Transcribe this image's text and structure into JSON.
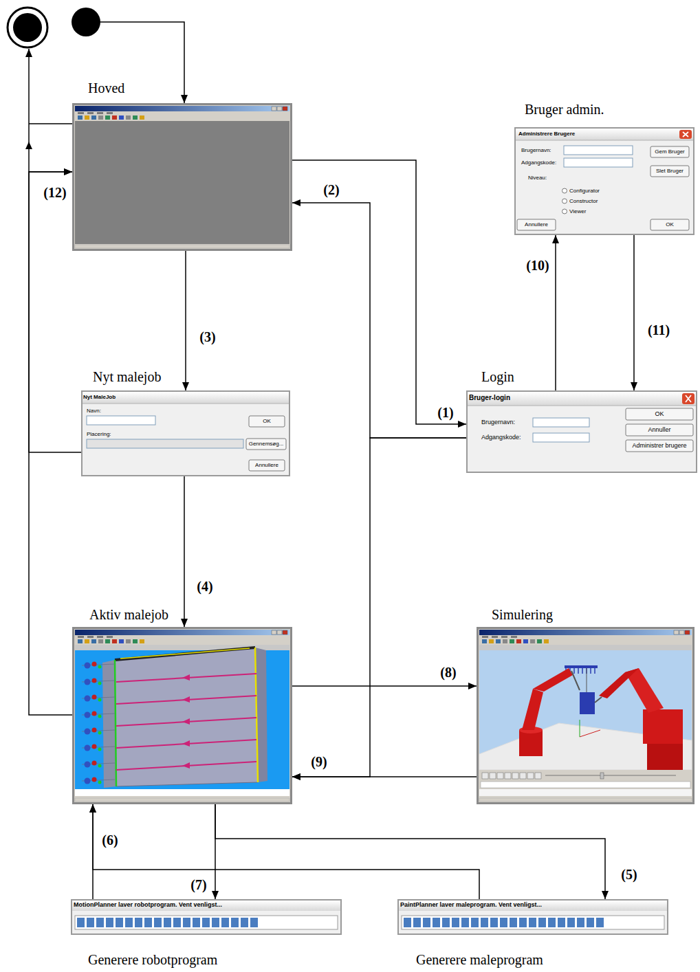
{
  "diagram": {
    "nodes": [
      {
        "text": [
          "Hoved"
        ]
      },
      {
        "text": [
          "Bruger admin.",
          "Administrere Brugere",
          "Brugernavn:",
          "Adgangskode:",
          "Niveau:",
          "Configurator",
          "Constructor",
          "Viewer",
          "Gem Bruger",
          "Slet Bruger",
          "Annullere",
          "OK"
        ]
      },
      {
        "text": [
          "Nyt malejob",
          "Nyt MaleJob",
          "Navn:",
          "OK",
          "Placering:",
          "Gennemsøg...",
          "Annullere"
        ]
      },
      {
        "text": [
          "Login",
          "Bruger-login",
          "Brugernavn:",
          "Adgangskode:",
          "OK",
          "Annuller",
          "Administrer brugere"
        ]
      },
      {
        "text": [
          "Aktiv malejob"
        ]
      },
      {
        "text": [
          "Simulering"
        ]
      },
      {
        "text": [
          "Generere robotprogram",
          "MotionPlanner laver robotprogram. Vent venligst..."
        ]
      },
      {
        "text": [
          "Generere maleprogram",
          "PaintPlanner laver maleprogram. Vent venligst..."
        ]
      }
    ],
    "edges": [
      {
        "from": 0,
        "to": 3,
        "label": "(1)",
        "arrow": "to"
      },
      {
        "from": 3,
        "to": 0,
        "label": "(2)",
        "arrow": "to"
      },
      {
        "from": 0,
        "to": 2,
        "label": "(3)",
        "arrow": "to"
      },
      {
        "from": 2,
        "to": 4,
        "label": "(4)",
        "arrow": "to"
      },
      {
        "from": 4,
        "to": 7,
        "label": "(5)",
        "arrow": "to"
      },
      {
        "from": 7,
        "to": 4,
        "label": "(6)",
        "arrow": "to"
      },
      {
        "from": 4,
        "to": 6,
        "label": "(7)",
        "arrow": "to"
      },
      {
        "from": 6,
        "to": 4,
        "arrow": "to"
      },
      {
        "from": 4,
        "to": 5,
        "label": "(8)",
        "arrow": "to"
      },
      {
        "from": 5,
        "to": 4,
        "label": "(9)",
        "arrow": "to"
      },
      {
        "from": 3,
        "to": 1,
        "label": "(10)",
        "arrow": "to"
      },
      {
        "from": 1,
        "to": 3,
        "label": "(11)",
        "arrow": "to"
      },
      {
        "from": 2,
        "to": 0,
        "label": "(12)",
        "arrow": "to"
      },
      {
        "from": 4,
        "to": 0,
        "arrow": "to"
      },
      {
        "from": 3,
        "to": 4,
        "arrow": "to"
      }
    ]
  }
}
